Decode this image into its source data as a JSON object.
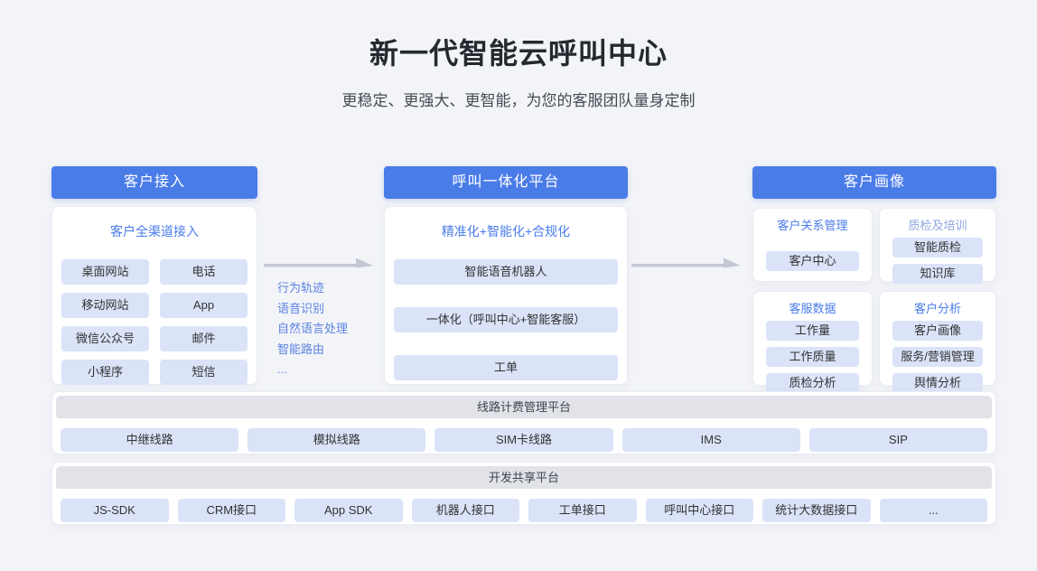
{
  "page": {
    "title": "新一代智能云呼叫中心",
    "subtitle": "更稳定、更强大、更智能，为您的客服团队量身定制"
  },
  "colors": {
    "accent_blue": "#4a7ce8",
    "muted_heading_blue": "#8ea6e0",
    "chip_blue": "#dae3f8",
    "arrow_gray": "#c3c8d3",
    "bar_strip_gray": "#e1e3e9",
    "page_background": "#f3f4f8"
  },
  "access": {
    "header": "客户接入",
    "panel_title": "客户全渠道接入",
    "items": [
      "桌面网站",
      "电话",
      "移动网站",
      "App",
      "微信公众号",
      "邮件",
      "小程序",
      "短信"
    ]
  },
  "flow": {
    "labels": [
      "行为轨迹",
      "语音识别",
      "自然语言处理",
      "智能路由",
      "..."
    ]
  },
  "platform": {
    "header": "呼叫一体化平台",
    "panel_title": "精准化+智能化+合规化",
    "items": [
      "智能语音机器人",
      "一体化（呼叫中心+智能客服）",
      "工单"
    ]
  },
  "profile": {
    "header": "客户画像",
    "groups": [
      {
        "title": "客户关系管理",
        "items": [
          "客户中心"
        ]
      },
      {
        "title": "质检及培训",
        "items": [
          "智能质检",
          "知识库"
        ]
      },
      {
        "title": "客服数据",
        "items": [
          "工作量",
          "工作质量",
          "质检分析"
        ]
      },
      {
        "title": "客户分析",
        "items": [
          "客户画像",
          "服务/营销管理",
          "舆情分析"
        ]
      }
    ]
  },
  "bars": [
    {
      "title": "线路计费管理平台",
      "items": [
        "中继线路",
        "模拟线路",
        "SIM卡线路",
        "IMS",
        "SIP"
      ]
    },
    {
      "title": "开发共享平台",
      "items": [
        "JS-SDK",
        "CRM接口",
        "App SDK",
        "机器人接口",
        "工单接口",
        "呼叫中心接口",
        "统计大数据接口",
        "..."
      ]
    }
  ]
}
